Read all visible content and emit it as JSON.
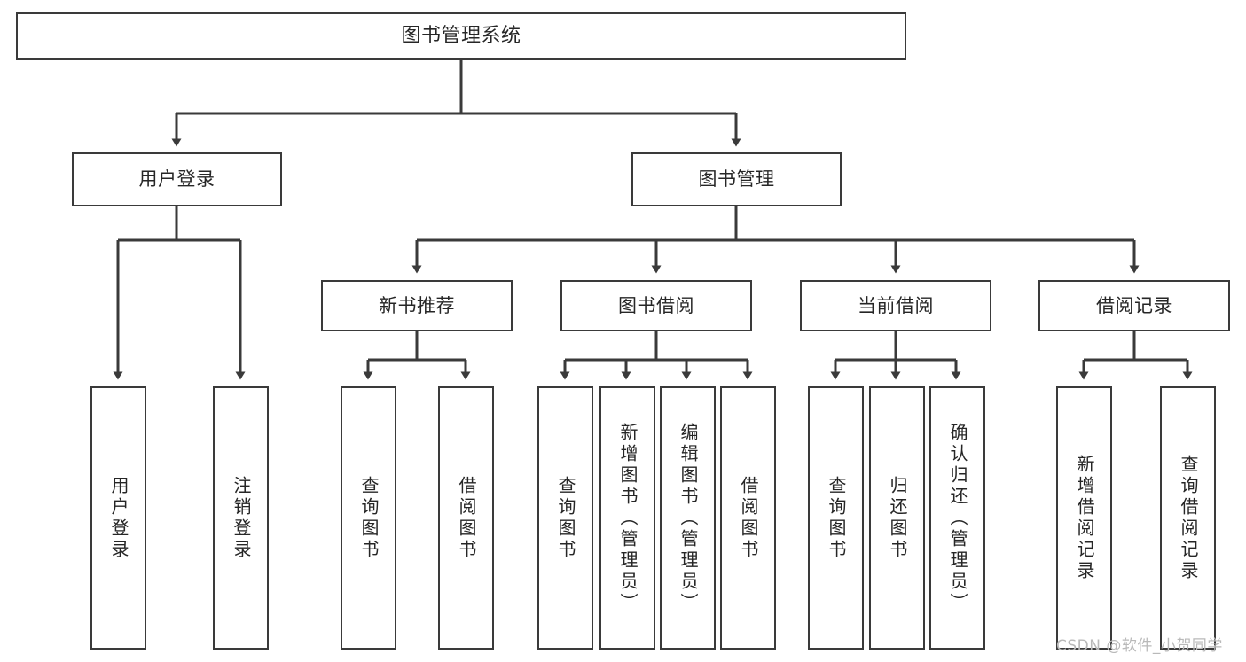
{
  "diagram": {
    "title": "图书管理系统",
    "type": "tree-hierarchy-diagram",
    "orientation": "top-down",
    "line_color": "#3a3a3a",
    "box_fill": "#ffffff",
    "text_color": "#262626"
  },
  "nodes": {
    "root": {
      "label": "图书管理系统"
    },
    "level2": [
      {
        "label": "用户登录"
      },
      {
        "label": "图书管理"
      }
    ],
    "level3": [
      {
        "label": "新书推荐"
      },
      {
        "label": "图书借阅"
      },
      {
        "label": "当前借阅"
      },
      {
        "label": "借阅记录"
      }
    ],
    "leaves": {
      "user_login": [
        {
          "label": "用户登录"
        },
        {
          "label": "注销登录"
        }
      ],
      "new_book_recommend": [
        {
          "label": "查询图书"
        },
        {
          "label": "借阅图书"
        }
      ],
      "book_borrow": [
        {
          "label": "查询图书"
        },
        {
          "label": "新增图书（管理员）"
        },
        {
          "label": "编辑图书（管理员）"
        },
        {
          "label": "借阅图书"
        }
      ],
      "current_borrow": [
        {
          "label": "查询图书"
        },
        {
          "label": "归还图书"
        },
        {
          "label": "确认归还（管理员）"
        }
      ],
      "borrow_record": [
        {
          "label": "新增借阅记录"
        },
        {
          "label": "查询借阅记录"
        }
      ]
    }
  },
  "watermark": {
    "text": "CSDN @软件_小贺同学"
  }
}
